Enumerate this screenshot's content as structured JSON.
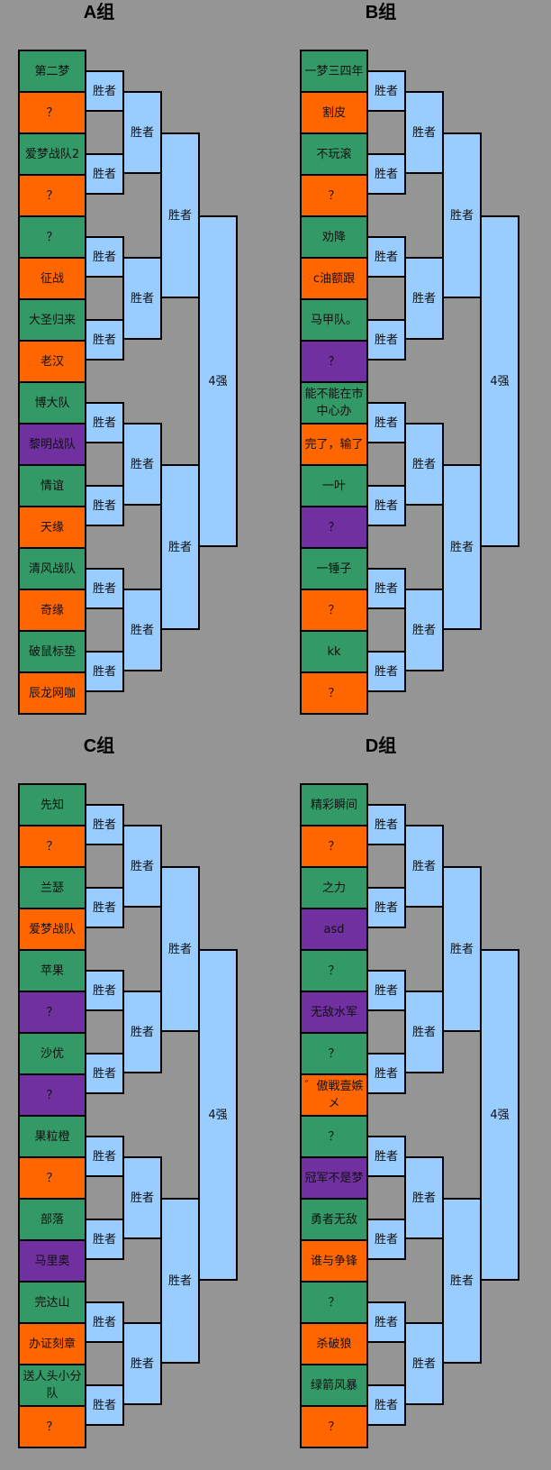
{
  "winner_label": "胜者",
  "final_label": "4强",
  "groups": [
    {
      "title": "A组",
      "teams": [
        {
          "name": "第二梦",
          "color": "green"
        },
        {
          "name": "？",
          "color": "orange"
        },
        {
          "name": "爱梦战队2",
          "color": "green"
        },
        {
          "name": "？",
          "color": "orange"
        },
        {
          "name": "？",
          "color": "green"
        },
        {
          "name": "征战",
          "color": "orange"
        },
        {
          "name": "大圣归来",
          "color": "green"
        },
        {
          "name": "老汉",
          "color": "orange"
        },
        {
          "name": "博大队",
          "color": "green"
        },
        {
          "name": "黎明战队",
          "color": "purple"
        },
        {
          "name": "情谊",
          "color": "green"
        },
        {
          "name": "天缘",
          "color": "orange"
        },
        {
          "name": "清风战队",
          "color": "green"
        },
        {
          "name": "奇缘",
          "color": "orange"
        },
        {
          "name": "破鼠标垫",
          "color": "green"
        },
        {
          "name": "辰龙网咖",
          "color": "orange"
        }
      ]
    },
    {
      "title": "B组",
      "teams": [
        {
          "name": "一梦三四年",
          "color": "green"
        },
        {
          "name": "割皮",
          "color": "orange"
        },
        {
          "name": "不玩滚",
          "color": "green"
        },
        {
          "name": "？",
          "color": "orange"
        },
        {
          "name": "劝降",
          "color": "green"
        },
        {
          "name": "c油额跟",
          "color": "orange"
        },
        {
          "name": "马甲队。",
          "color": "green"
        },
        {
          "name": "？",
          "color": "purple"
        },
        {
          "name": "能不能在市中心办",
          "color": "green"
        },
        {
          "name": "完了，输了",
          "color": "orange"
        },
        {
          "name": "一叶",
          "color": "green"
        },
        {
          "name": "？",
          "color": "purple"
        },
        {
          "name": "一锤子",
          "color": "green"
        },
        {
          "name": "？",
          "color": "orange"
        },
        {
          "name": "kk",
          "color": "green"
        },
        {
          "name": "？",
          "color": "orange"
        }
      ]
    },
    {
      "title": "C组",
      "teams": [
        {
          "name": "先知",
          "color": "green"
        },
        {
          "name": "？",
          "color": "orange"
        },
        {
          "name": "兰瑟",
          "color": "green"
        },
        {
          "name": "爱梦战队",
          "color": "orange"
        },
        {
          "name": "苹果",
          "color": "green"
        },
        {
          "name": "？",
          "color": "purple"
        },
        {
          "name": "沙优",
          "color": "green"
        },
        {
          "name": "？",
          "color": "purple"
        },
        {
          "name": "果粒橙",
          "color": "green"
        },
        {
          "name": "？",
          "color": "orange"
        },
        {
          "name": "部落",
          "color": "green"
        },
        {
          "name": "马里奥",
          "color": "purple"
        },
        {
          "name": "完达山",
          "color": "green"
        },
        {
          "name": "办证刻章",
          "color": "orange"
        },
        {
          "name": "送人头小分队",
          "color": "green"
        },
        {
          "name": "？",
          "color": "orange"
        }
      ]
    },
    {
      "title": "D组",
      "teams": [
        {
          "name": "精彩瞬间",
          "color": "green"
        },
        {
          "name": "？",
          "color": "orange"
        },
        {
          "name": "之力",
          "color": "green"
        },
        {
          "name": "asd",
          "color": "purple"
        },
        {
          "name": "？",
          "color": "green"
        },
        {
          "name": "无敌水军",
          "color": "purple"
        },
        {
          "name": "？",
          "color": "green"
        },
        {
          "name": "゛傲戦壹嫉メ",
          "color": "orange"
        },
        {
          "name": "？",
          "color": "green"
        },
        {
          "name": "冠军不是梦",
          "color": "purple"
        },
        {
          "name": "勇者无敌",
          "color": "green"
        },
        {
          "name": "谁与争锋",
          "color": "orange"
        },
        {
          "name": "？",
          "color": "green"
        },
        {
          "name": "杀破狼",
          "color": "orange"
        },
        {
          "name": "绿箭风暴",
          "color": "green"
        },
        {
          "name": "？",
          "color": "orange"
        }
      ]
    }
  ]
}
